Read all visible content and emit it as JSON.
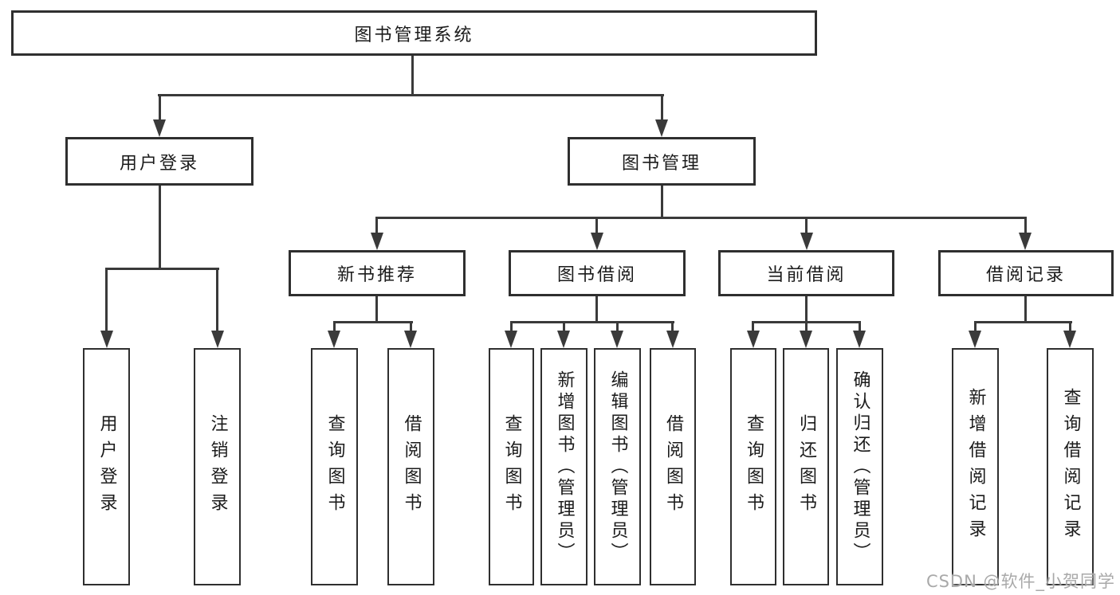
{
  "tree": {
    "root": {
      "label": "图书管理系统",
      "children": [
        {
          "label": "用户登录",
          "children": [
            {
              "label": "用户登录"
            },
            {
              "label": "注销登录"
            }
          ]
        },
        {
          "label": "图书管理",
          "children": [
            {
              "label": "新书推荐",
              "children": [
                {
                  "label": "查询图书"
                },
                {
                  "label": "借阅图书"
                }
              ]
            },
            {
              "label": "图书借阅",
              "children": [
                {
                  "label": "查询图书"
                },
                {
                  "label": "新增图书（管理员）"
                },
                {
                  "label": "编辑图书（管理员）"
                },
                {
                  "label": "借阅图书"
                }
              ]
            },
            {
              "label": "当前借阅",
              "children": [
                {
                  "label": "查询图书"
                },
                {
                  "label": "归还图书"
                },
                {
                  "label": "确认归还（管理员）"
                }
              ]
            },
            {
              "label": "借阅记录",
              "children": [
                {
                  "label": "新增借阅记录"
                },
                {
                  "label": "查询借阅记录"
                }
              ]
            }
          ]
        }
      ]
    }
  },
  "watermark": {
    "text": "CSDN @软件_小贺同学"
  },
  "colors": {
    "background": "#ffffff",
    "box_border": "#2f2f2f",
    "line": "#3a3a3a",
    "text": "#1b1b1b",
    "watermark": "#a9a9a9"
  }
}
